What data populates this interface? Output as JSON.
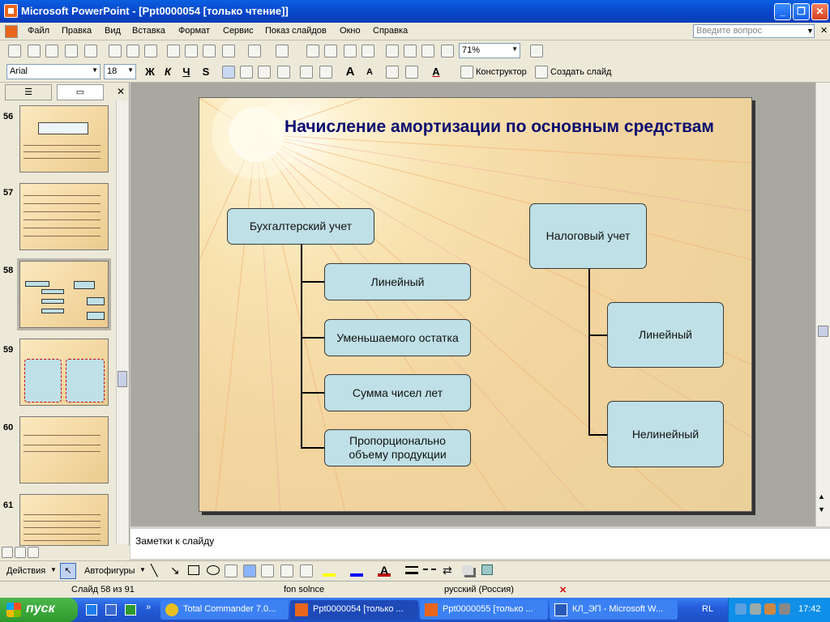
{
  "window": {
    "title": "Microsoft PowerPoint - [Ppt0000054 [только чтение]]"
  },
  "menu": [
    "Файл",
    "Правка",
    "Вид",
    "Вставка",
    "Формат",
    "Сервис",
    "Показ слайдов",
    "Окно",
    "Справка"
  ],
  "help_placeholder": "Введите вопрос",
  "toolbar": {
    "zoom": "71%",
    "font": "Arial",
    "size": "18",
    "bold": "Ж",
    "italic": "К",
    "underline": "Ч",
    "shadow": "S",
    "designer": "Конструктор",
    "new_slide": "Создать слайд"
  },
  "panel": {
    "thumbnails": [
      {
        "num": "56"
      },
      {
        "num": "57"
      },
      {
        "num": "58"
      },
      {
        "num": "59"
      },
      {
        "num": "60"
      },
      {
        "num": "61"
      }
    ]
  },
  "slide": {
    "title": "Начисление амортизации по основным средствам",
    "left_root": "Бухгалтерский учет",
    "left_items": [
      "Линейный",
      "Уменьшаемого остатка",
      "Сумма чисел лет",
      "Пропорционально объему продукции"
    ],
    "right_root": "Налоговый учет",
    "right_items": [
      "Линейный",
      "Нелинейный"
    ]
  },
  "notes_placeholder": "Заметки к слайду",
  "drawbar": {
    "actions": "Действия",
    "autoshapes": "Автофигуры"
  },
  "status": {
    "slide": "Слайд 58 из 91",
    "design": "fon  solnce",
    "language": "русский (Россия)"
  },
  "taskbar": {
    "start": "пуск",
    "tasks": [
      "Total Commander 7.0...",
      "Ppt0000054 [только ...",
      "Ppt0000055 [только ...",
      "КЛ_ЭП - Microsoft W..."
    ],
    "lang": "RL",
    "clock": "17:42"
  }
}
